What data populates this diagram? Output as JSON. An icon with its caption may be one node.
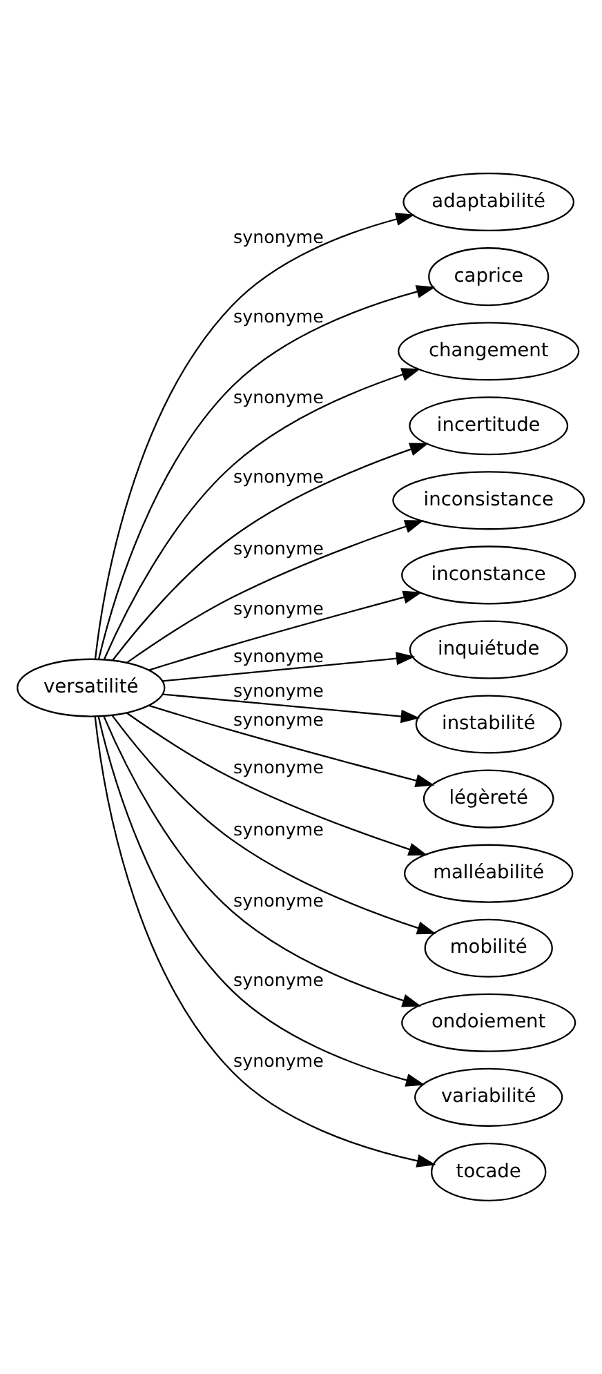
{
  "diagram": {
    "nodes": [
      {
        "text": [
          "versatilité"
        ]
      },
      {
        "text": [
          "adaptabilité"
        ]
      },
      {
        "text": [
          "caprice"
        ]
      },
      {
        "text": [
          "changement"
        ]
      },
      {
        "text": [
          "incertitude"
        ]
      },
      {
        "text": [
          "inconsistance"
        ]
      },
      {
        "text": [
          "inconstance"
        ]
      },
      {
        "text": [
          "inquiétude"
        ]
      },
      {
        "text": [
          "instabilité"
        ]
      },
      {
        "text": [
          "légèreté"
        ]
      },
      {
        "text": [
          "malléabilité"
        ]
      },
      {
        "text": [
          "mobilité"
        ]
      },
      {
        "text": [
          "ondoiement"
        ]
      },
      {
        "text": [
          "variabilité"
        ]
      },
      {
        "text": [
          "tocade"
        ]
      }
    ],
    "edges": [
      {
        "from": 0,
        "to": 1,
        "arrow": "to",
        "label": "synonyme"
      },
      {
        "from": 0,
        "to": 2,
        "arrow": "to",
        "label": "synonyme"
      },
      {
        "from": 0,
        "to": 3,
        "arrow": "to",
        "label": "synonyme"
      },
      {
        "from": 0,
        "to": 4,
        "arrow": "to",
        "label": "synonyme"
      },
      {
        "from": 0,
        "to": 5,
        "arrow": "to",
        "label": "synonyme"
      },
      {
        "from": 0,
        "to": 6,
        "arrow": "to",
        "label": "synonyme"
      },
      {
        "from": 0,
        "to": 7,
        "arrow": "to",
        "label": "synonyme"
      },
      {
        "from": 0,
        "to": 8,
        "arrow": "to",
        "label": "synonyme"
      },
      {
        "from": 0,
        "to": 9,
        "arrow": "to",
        "label": "synonyme"
      },
      {
        "from": 0,
        "to": 10,
        "arrow": "to",
        "label": "synonyme"
      },
      {
        "from": 0,
        "to": 11,
        "arrow": "to",
        "label": "synonyme"
      },
      {
        "from": 0,
        "to": 12,
        "arrow": "to",
        "label": "synonyme"
      },
      {
        "from": 0,
        "to": 13,
        "arrow": "to",
        "label": "synonyme"
      },
      {
        "from": 0,
        "to": 14,
        "arrow": "to",
        "label": "synonyme"
      }
    ]
  }
}
